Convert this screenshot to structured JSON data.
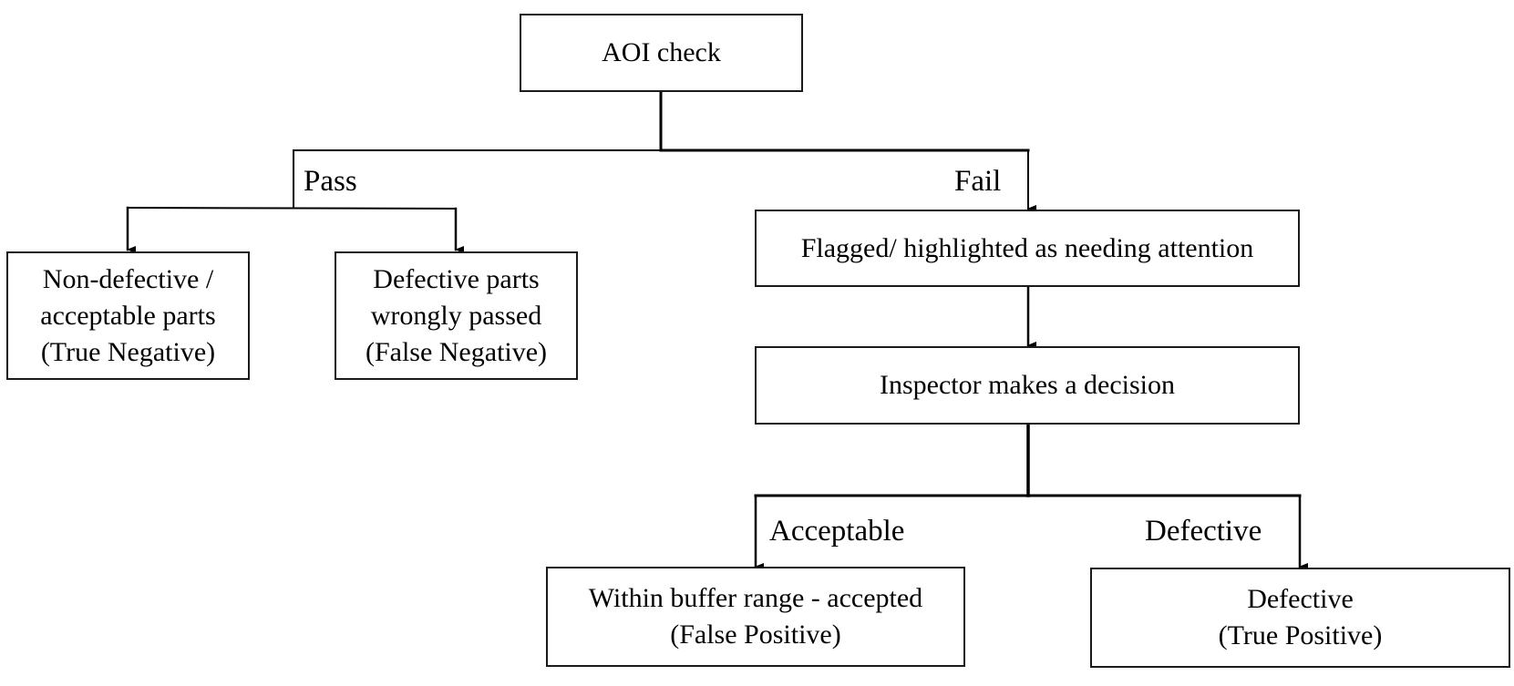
{
  "nodes": {
    "aoi_check": "AOI check",
    "true_negative": {
      "line1": "Non-defective /",
      "line2": "acceptable parts",
      "line3": "(True Negative)"
    },
    "false_negative": {
      "line1": "Defective parts",
      "line2": "wrongly passed",
      "line3": "(False Negative)"
    },
    "flagged": "Flagged/ highlighted as needing attention",
    "inspector": "Inspector makes a decision",
    "false_positive": {
      "line1": "Within buffer range - accepted",
      "line2": "(False Positive)"
    },
    "true_positive": {
      "line1": "Defective",
      "line2": "(True Positive)"
    }
  },
  "edge_labels": {
    "pass": "Pass",
    "fail": "Fail",
    "acceptable": "Acceptable",
    "defective": "Defective"
  },
  "colors": {
    "line": "#000000",
    "box_border": "#1a1a1a",
    "background": "#ffffff"
  }
}
